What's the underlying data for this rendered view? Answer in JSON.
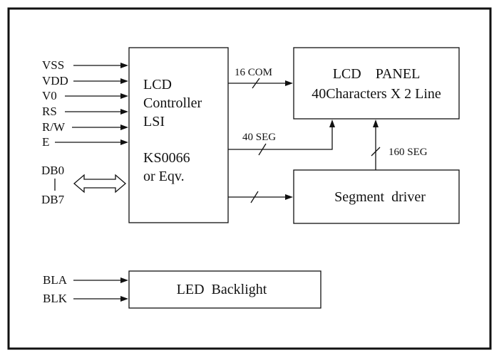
{
  "controller": {
    "line1": "LCD",
    "line2": "Controller",
    "line3": "LSI",
    "line4": "KS0066",
    "line5": "or  Eqv."
  },
  "panel": {
    "line1": "LCD    PANEL",
    "line2": "40Characters X 2 Line"
  },
  "segment_driver": {
    "label": "Segment  driver"
  },
  "backlight": {
    "label": "LED  Backlight"
  },
  "inputs": {
    "vss": "VSS",
    "vdd": "VDD",
    "v0": "V0",
    "rs": "RS",
    "rw": "R/W",
    "e": "E"
  },
  "databus": {
    "top": "DB0",
    "bottom": "DB7"
  },
  "buses": {
    "com": "16 COM",
    "seg40": "40 SEG",
    "seg160": "160 SEG"
  },
  "backlight_pins": {
    "bla": "BLA",
    "blk": "BLK"
  }
}
